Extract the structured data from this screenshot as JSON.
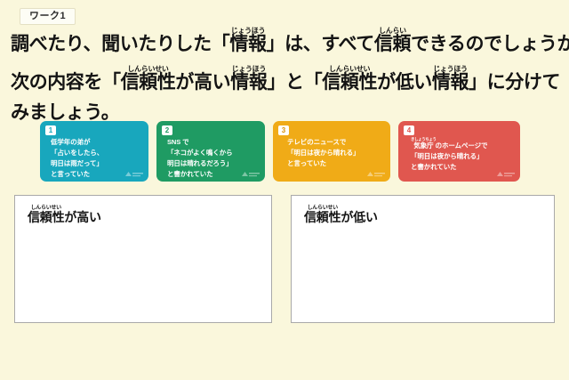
{
  "page": {
    "background_color": "#faf7dc",
    "work_tag": "ワーク1"
  },
  "heading": {
    "line1": {
      "seg1": "調べたり、聞いたりした「",
      "ruby1_base": "情報",
      "ruby1_rt": "じょうほう",
      "seg2": "」は、すべて",
      "ruby2_base": "信頼",
      "ruby2_rt": "しんらい",
      "seg3": "できるのでしょうか。"
    },
    "line2": {
      "seg1": "次の内容を「",
      "ruby1_base": "信頼性",
      "ruby1_rt": "しんらいせい",
      "seg2": "が高い",
      "ruby2_base": "情報",
      "ruby2_rt": "じょうほう",
      "seg3": "」と「",
      "ruby3_base": "信頼性",
      "ruby3_rt": "しんらいせい",
      "seg4": "が低い",
      "ruby4_base": "情報",
      "ruby4_rt": "じょうほう",
      "seg5": "」に分けて"
    },
    "line3": "みましょう。"
  },
  "cards": [
    {
      "number": "1",
      "color": "#18a7bd",
      "lines": [
        "低学年の弟が",
        "「占いをしたら、",
        "明日は雨だって」",
        "と言っていた"
      ],
      "logo_name": "publisher-watermark-logo"
    },
    {
      "number": "2",
      "color": "#1f9b63",
      "lines": [
        "SNS で",
        "「ネコがよく鳴くから",
        "明日は晴れるだろう」",
        "と書かれていた"
      ],
      "logo_name": "publisher-watermark-logo"
    },
    {
      "number": "3",
      "color": "#f0ab17",
      "lines": [
        "テレビのニュースで",
        "「明日は夜から晴れる」",
        "と言っていた"
      ],
      "logo_name": "publisher-watermark-logo"
    },
    {
      "number": "4",
      "color": "#e0574f",
      "ruby_base": "気象庁",
      "ruby_rt": "きしょうちょう",
      "ruby_tail": "のホームページで",
      "lines": [
        "「明日は夜から晴れる」",
        "と書かれていた"
      ],
      "logo_name": "publisher-watermark-logo"
    }
  ],
  "answer_boxes": [
    {
      "title_base": "信頼性",
      "title_rt": "しんらいせい",
      "title_tail": "が高い",
      "content": ""
    },
    {
      "title_base": "信頼性",
      "title_rt": "しんらいせい",
      "title_tail": "が低い",
      "content": ""
    }
  ]
}
